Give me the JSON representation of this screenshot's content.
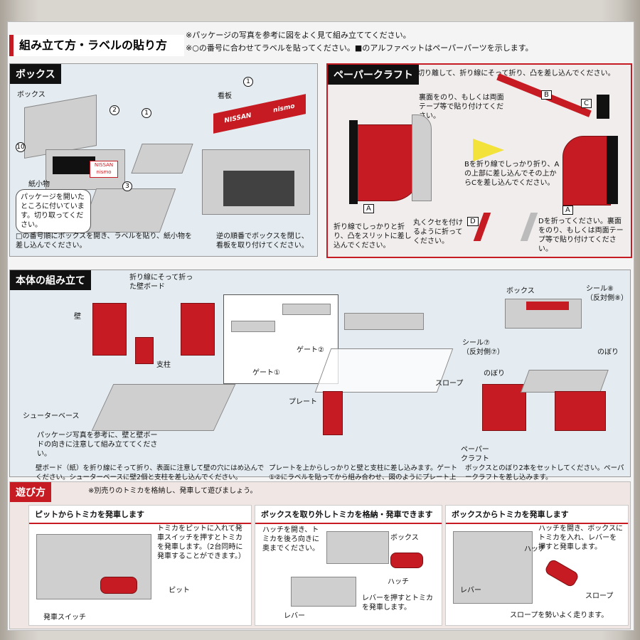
{
  "header": {
    "title": "組み立て方・ラベルの貼り方",
    "note_line1": "※パッケージの写真を参考に図をよく見て組み立ててください。",
    "note_line2": "※○の番号に合わせてラベルを貼ってください。■のアルファベットはペーパーパーツを示します。"
  },
  "box_section": {
    "tag": "ボックス",
    "labels": {
      "box": "ボックス",
      "sign": "看板",
      "small_parts": "紙小物",
      "bubble": "パッケージを開いたところに付いています。切り取ってください。"
    },
    "instruction_left": "□の番号順にボックスを開き、ラベルを貼り、紙小物を差し込んでください。",
    "instruction_right": "逆の順番でボックスを閉じ、看板を取り付けてください。",
    "nums": [
      "1",
      "2",
      "3",
      "10"
    ]
  },
  "papercraft_section": {
    "tag": "ペーパークラフト",
    "intro": "切り離して、折り線にそって折り、凸を差し込んでください。",
    "texts": {
      "t1": "裏面をのり、もしくは両面テープ等で貼り付けてください。",
      "t2": "Bを折り線でしっかり折り、Aの上部に差し込んでその上からCを差し込んでください。",
      "t3": "折り線でしっかりと折り、凸をスリットに差し込んでください。",
      "t4": "丸くクセを付けるように折ってください。",
      "t5": "Dを折ってください。裏面をのり、もしくは両面テープ等で貼り付けてください。"
    },
    "letters": [
      "A",
      "B",
      "C",
      "D"
    ]
  },
  "assembly_section": {
    "tag": "本体の組み立て",
    "labels": {
      "fold_wall_board": "折り線にそって折った壁ボード",
      "wall": "壁",
      "pillar": "支柱",
      "shooter_base": "シューターベース",
      "gate1": "ゲート①",
      "gate2": "ゲート②",
      "plate": "プレート",
      "slope": "スロープ",
      "box": "ボックス",
      "seal8": "シール⑧（反対側⑧）",
      "seal7": "シール⑦（反対側⑦）",
      "flag": "のぼり",
      "papercraft": "ペーパークラフト",
      "reference": "パッケージ写真を参考に、壁と壁ボードの向きに注意して組み立ててください。"
    },
    "steps": {
      "s1": "壁ボード（紙）を折り線にそって折り、表面に注意して壁の穴にはめ込んでください。シューターベースに壁2個と支柱を差し込んでください。",
      "s2": "プレートを上からしっかりと壁と支柱に差し込みます。ゲート①②にラベルを貼ってから組み合わせ、図のようにプレート上から差し込み、スロープを取り付けてください。",
      "s3": "ボックスとのぼり2本をセットしてください。ペーパークラフトを差し込みます。"
    }
  },
  "play_section": {
    "tag": "遊び方",
    "note": "※別売りのトミカを格納し、発車して遊びましょう。",
    "cards": [
      {
        "title": "ピットからトミカを発車します",
        "text": "トミカをピットに入れて発車スイッチを押すとトミカを発車します。（2台同時に発車することができます。）",
        "labels": [
          "ピット",
          "発車スイッチ"
        ]
      },
      {
        "title": "ボックスを取り外しトミカを格納・発車できます",
        "text": "ハッチを開き、トミカを後ろ向きに奥までください。",
        "labels": [
          "ボックス",
          "ハッチ",
          "レバー",
          "レバーを押すとトミカを発車します。"
        ]
      },
      {
        "title": "ボックスからトミカを発車します",
        "text": "ハッチを開き、ボックスにトミカを入れ、レバーを押すと発車します。",
        "labels": [
          "ハッチ",
          "レバー",
          "スロープ",
          "スロープを勢いよく走ります。"
        ]
      }
    ]
  },
  "brand": {
    "nissan": "NISSAN",
    "nismo": "nismo"
  },
  "colors": {
    "accent_red": "#c61b22",
    "panel_blue": "#e4ecf1",
    "yellow_arrow": "#f3e23a"
  }
}
